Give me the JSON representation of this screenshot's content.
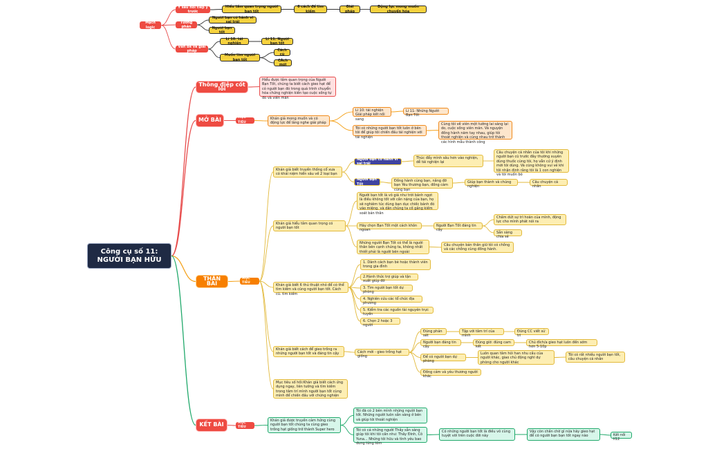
{
  "root": "Công cụ số 11: NGƯỜI BẠN HỮU",
  "logic": {
    "title": "Mạch logic",
    "branch1": "Ý sau nối tiếp ý trước",
    "branch1_steps": [
      "Hiểu tầm quan trọng người bạn tốt",
      "6 cách để tìm kiếm",
      "Giải pháp",
      "Động lực mong muốn chuyển hóa"
    ],
    "branch2": "Tương phản",
    "branch2_items": [
      "Người bạn có hành vi sai trái",
      "Người bạn tốt"
    ],
    "branch3": "Vấn đề và giải pháp",
    "branch3_a": "Lí 10: tái nghiện",
    "branch3_a_child": "Lí 11: Người bạn tốt",
    "branch3_b": "Muốn tìm người bạn tốt",
    "branch3_b_children": [
      "Cách cũ",
      "CÁch mới"
    ]
  },
  "core": {
    "label": "Thông điệp cốt lõi",
    "text": "Hiểu được tầm quan trọng của Người Bạn Tốt, chúng ta biết cách gieo hạt để có người bạn đó trong quá trình chuyển hóa chứng nghiện kiến tạo cuộc sống tự do và viên mãn"
  },
  "mobai": {
    "label": "MỞ BÀI",
    "tag": "MỤC TIÊU",
    "goal": "Khán giả mong muốn và có động lực để lắng nghe giải pháp",
    "sub1": "Lí 10: tái nghiện Giải pháp kết nối sang",
    "sub1_child": "Lí 11: Những Người Bạn Tốt",
    "sub2": "Tôi có những người bạn tốt luôn ở bên tôi để giúp tôi chiến đấu tái nghiện với tái nghiện",
    "sub2_child": "Cùng tôi về viên một tường lai sáng lại do, cuộc sống viên mãn. Và nguyện đồng hành năm tay nhau, giúp tôi thoát nghiện và cùng nhau trở thành các hình mẫu thành công"
  },
  "thanbai": {
    "label": "THÂN BÀI",
    "tag": "MỤC TIÊU",
    "g1": "Khán giả biết truyền thống cổ xưa có khái niệm hiển sâu về 2 loại bạn",
    "g1_bad": "Người bạn có hành vi sai trái",
    "g1_bad_desc": "Thúc đẩy mình sâu hơn vào nghiện, dễ tái nghiện lại",
    "g1_bad_story": "Câu chuyện cá nhân của tôi khi những người bạn cũ trước đây thường xuyên dùng thuốc cùng tôi, họ vẫn cứ ý định mời tôi dùng. Và cũng không vui vẻ khi tôi nhận định rằng tôi là 1 con nghiện và tôi muốn bỏ",
    "g1_good": "Người Bạn Tốt",
    "g1_good_desc": "Đồng hành cùng bạn, nâng đỡ bạn Yêu thương bạn, đồng cảm cùng bạn",
    "g1_good_mid": "Giúp bạn thành và chúng nghiện",
    "g1_good_story": "Câu chuyện cá nhân",
    "g2": "Khán giả hiểu tầm quan trọng có người bạn tốt",
    "g2_a": "Người bạn tốt là vô giá như trời bánh ngọt là điều không tốt với cần nặng của bạn, họ sẽ nghiêm túc dùng bạn dục chiếc bánh đó vào miệng. và dân chúng ta cố gắng kiếm soát bản thân",
    "g2_b": "Hãy chọn Bạn Tốt một cách khôn ngoan",
    "g2_b_mid": "Người Bạn Tốt đáng tin cậy",
    "g2_b_mid_children": [
      "Chấm dứt sự trì hoãn của mình, động lực cho mình phát nói ra",
      "Sẵn sàng chia sẻ"
    ],
    "g2_c": "Những người Bạn Tốt có thể là người thân bên cạnh chúng ta, không nhất thiết phải là người bên ngoài",
    "g2_c_child": "Câu chuyện bản thân giữ tôi có chồng và các chồng cùng đồng hành.",
    "g3": "Khán giả biết 6 thủ thuật nhỏ để có thể tìm kiếm và cùng người bạn tốt. Cách cũ. tìm kiếm",
    "g3_list": [
      "1. Dành cách bạn bè hoặc thành viên trong gia đình",
      "2.Hành thức trợ giúp và tận xuất giúp đỡ",
      "3. Tìm người bạn tốt dự phòng",
      "4. Nghiên cứu các tổ chức địa phương",
      "5. Kiểm tra các nguồn tài nguyên trực tuyến",
      "6. Chọn 2 hoặc 3 người"
    ],
    "g4": "Khán giả biết cách để gieo trồng ra những người bạn tốt và đáng tin cậy",
    "g4_mid": "Cách mới - gieo trồng hạt giống",
    "g4_a": "Đúng phản sét",
    "g4_a_mid": "Tập với tâm trí của mình",
    "g4_a_end": "Đúng CC viết sử tri",
    "g4_b": "Người bạn đáng tin cậy",
    "g4_b_mid": "Đúng giờ: đúng cam kết",
    "g4_b_end": "Chủ đích/a gieo hạt luôn đến sớm hơn 5-10p",
    "g4_c": "Để có người bạn dự phòng",
    "g4_c_mid": "Luôn quan tâm hỏi han nhu cầu của người khác, giao chủ động nghĩ dự phòng cho người khác",
    "g4_c_end": "Tôi có rất nhiều người bạn tốt, câu chuyện cá nhân",
    "g4_d": "Đồng cảm và yêu thương người khác",
    "g5": "Mục tiêu số hồi:Khán giả biết cách ứng dụng ngay, liên tưởng và tìm kiếm trong tâm trí mình người bạn tốt cùng mình để chiến đấu với chứng nghiện"
  },
  "ketbai": {
    "label": "KẾT BÀI",
    "tag": "MỤC TIÊU",
    "goal": "Khán giả được truyền cảm hứng cùng người bạn tốt chúng ta cùng gieo trồng hạt giống trở thành Super hero",
    "a": "Tôi đã có 2 bên mình những người bạn tốt. Những người luôn sẵn sàng ở bên và giúp tôi thoát nghiện",
    "b": "Tôi có cả những người Thầy sẵn sàng giúp tôi khi tôi cần như: Thầy Đinh, Cô Yuna... Những tôi hữu và tình yêu bao dung từng tôm",
    "b_child": "Có những người bạn tốt là điều vô cùng tuyệt vời trên cuộc đời này",
    "b_child2": "Vậy còn chần chờ gì nữa hãy gieo hạt để có người bạn bạn tốt ngay nào",
    "b_end": "Kết nối lí12"
  }
}
